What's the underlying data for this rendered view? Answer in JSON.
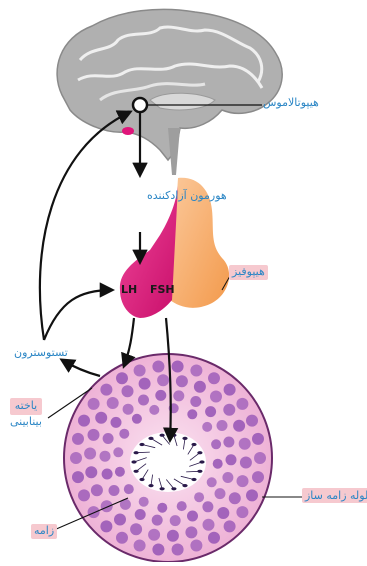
{
  "labels": {
    "hypothalamus": "هیپوتالاموس",
    "releasing_hormone": "هورمون آزادکننده",
    "pituitary": "هیپوفیز",
    "testosterone": "تستوسترون",
    "leydig_line1": "یاخته",
    "leydig_line2": "بینابینی",
    "seminiferous_tubule": "لوله زامه ساز",
    "sperm": "زامه",
    "lh": "LH",
    "fsh": "FSH"
  },
  "colors": {
    "label_text": "#2b86c5",
    "label_highlight": "#f6c9cf",
    "brain": "#a9a9a9",
    "pituitary_anterior": "#e0157a",
    "pituitary_posterior": "#f8a860",
    "tubule_fill": "#f3c4e0",
    "cell": "#9b5ab8",
    "arrow": "#111111"
  }
}
